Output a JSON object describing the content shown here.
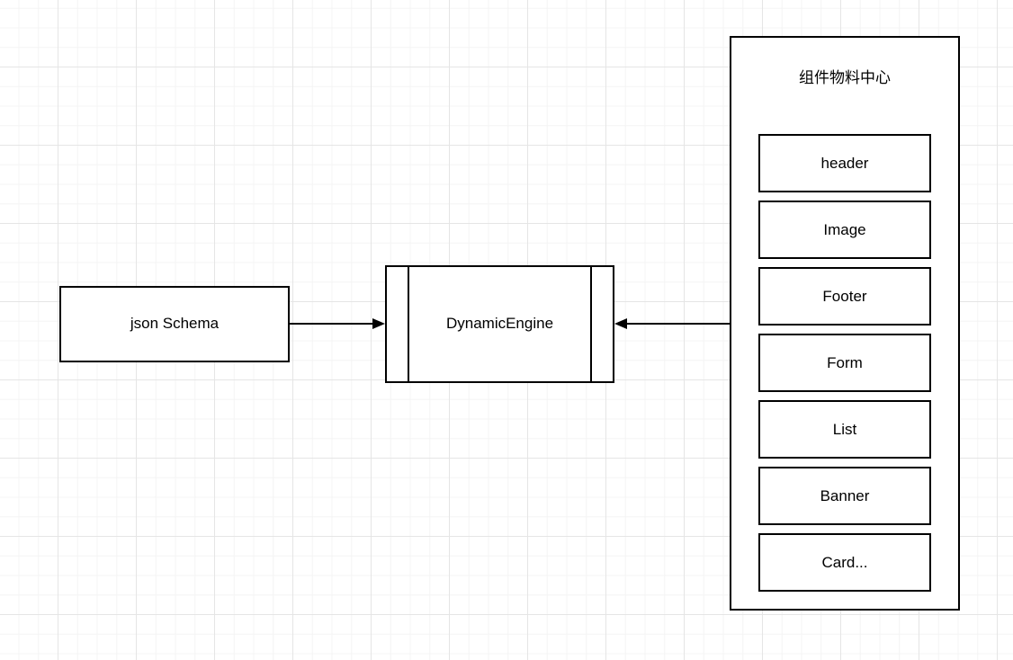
{
  "diagram": {
    "nodes": {
      "json_schema": {
        "label": "json Schema"
      },
      "dynamic_engine": {
        "label": "DynamicEngine"
      },
      "material_center": {
        "title": "组件物料中心",
        "components": [
          "header",
          "Image",
          "Footer",
          "Form",
          "List",
          "Banner",
          "Card..."
        ]
      }
    },
    "edges": [
      {
        "from": "json_schema",
        "to": "dynamic_engine",
        "direction": "right"
      },
      {
        "from": "material_center",
        "to": "dynamic_engine",
        "direction": "left"
      }
    ],
    "colors": {
      "shape_border": "#000000",
      "shape_fill": "#ffffff",
      "canvas_bg": "#ffffff",
      "grid_minor": "#f4f4f4",
      "grid_major": "#e5e5e5"
    }
  }
}
